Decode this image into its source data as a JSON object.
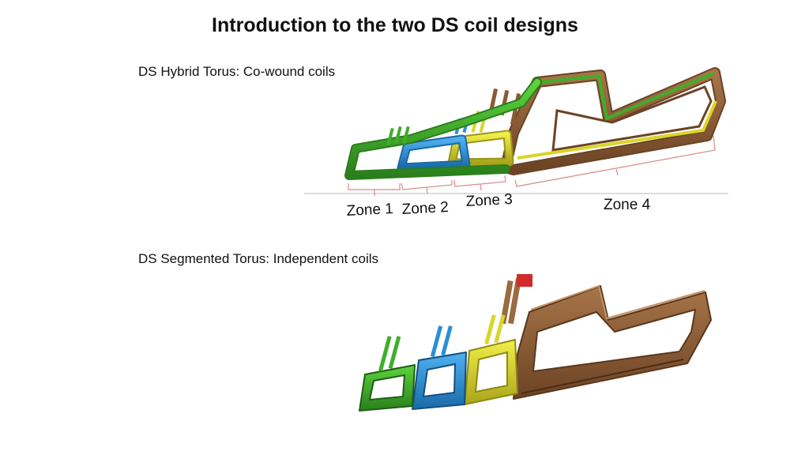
{
  "title": "Introduction to the two DS coil designs",
  "hybrid": {
    "label": "DS Hybrid Torus: Co-wound coils",
    "zones": [
      "Zone 1",
      "Zone 2",
      "Zone 3",
      "Zone 4"
    ]
  },
  "segmented": {
    "label": "DS Segmented Torus: Independent coils"
  },
  "colors": {
    "zone1_green": "#3fae2a",
    "zone2_blue": "#2a8fd6",
    "zone3_yellow": "#d9d52a",
    "zone4_brown": "#8a5a33",
    "lead_red": "#d22a2a",
    "bracket_line": "#d98b8b"
  }
}
